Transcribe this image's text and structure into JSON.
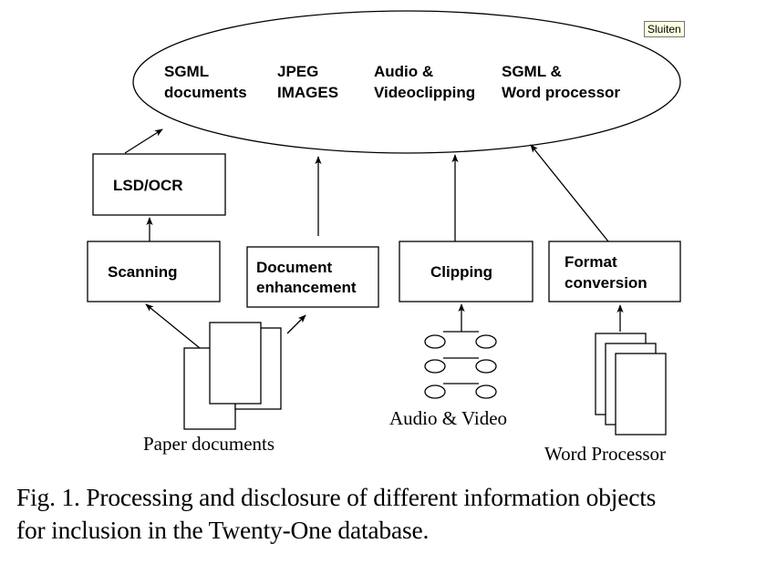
{
  "tooltip": {
    "label": "Sluiten"
  },
  "diagram": {
    "database": {
      "categories": [
        {
          "line1": "SGML",
          "line2": "documents"
        },
        {
          "line1": "JPEG",
          "line2": "IMAGES"
        },
        {
          "line1": "Audio &",
          "line2": "Videoclipping"
        },
        {
          "line1": "SGML &",
          "line2": "Word processor"
        }
      ]
    },
    "process_boxes": {
      "lsd_ocr": [
        "LSD/OCR"
      ],
      "scanning": [
        "Scanning"
      ],
      "document_enhancement": [
        "Document",
        "enhancement"
      ],
      "clipping": [
        "Clipping"
      ],
      "format_conversion": [
        "Format",
        "conversion"
      ]
    },
    "sources": {
      "paper_documents": "Paper documents",
      "audio_video": "Audio & Video",
      "word_processor": "Word Processor"
    },
    "edges": [
      {
        "from": "Scanning",
        "to": "LSD/OCR"
      },
      {
        "from": "LSD/OCR",
        "to": "database"
      },
      {
        "from": "Paper documents",
        "to": "Scanning"
      },
      {
        "from": "Paper documents",
        "to": "Document enhancement"
      },
      {
        "from": "Document enhancement",
        "to": "database"
      },
      {
        "from": "Audio & Video",
        "to": "Clipping"
      },
      {
        "from": "Clipping",
        "to": "database"
      },
      {
        "from": "Word Processor",
        "to": "Format conversion"
      },
      {
        "from": "Format conversion",
        "to": "database"
      }
    ]
  },
  "caption": {
    "line1": "Fig. 1. Processing and disclosure of different information objects",
    "line2": "for inclusion in the Twenty-One database."
  }
}
